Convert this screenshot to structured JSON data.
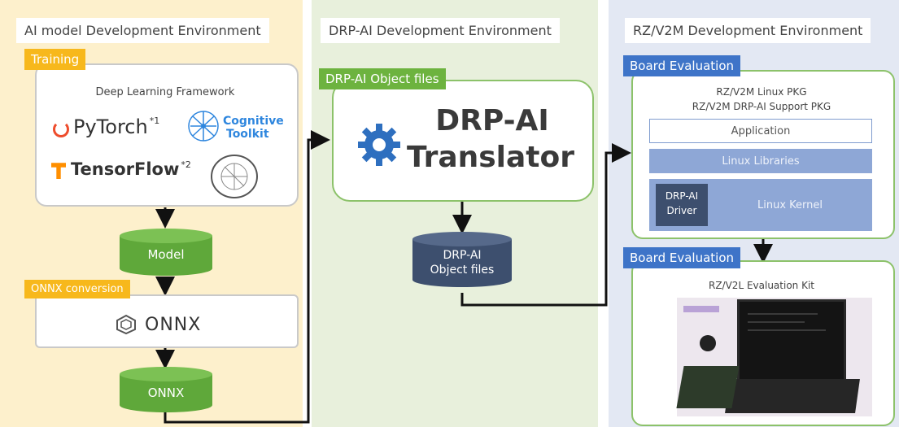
{
  "panels": {
    "ai": {
      "title": "AI model Development Environment",
      "color": "#fdf0cc"
    },
    "drp": {
      "title": "DRP-AI Development Environment",
      "color": "#e8f0dc"
    },
    "rz": {
      "title": "RZ/V2M Development Environment",
      "color": "#e3e8f3"
    }
  },
  "ai_panel": {
    "training_tag": "Training",
    "framework_heading": "Deep Learning Framework",
    "pytorch": "PyTorch",
    "pytorch_note": "*1",
    "cognitive": "Cognitive",
    "toolkit": "Toolkit",
    "tensorflow": "TensorFlow",
    "tensorflow_note": "*2",
    "model_label": "Model",
    "onnx_conversion_tag": "ONNX conversion",
    "onnx_logo_text": "ONNX",
    "onnx_cyl_label": "ONNX"
  },
  "drp_panel": {
    "object_files_tag": "DRP-AI Object files",
    "translator_line1": "DRP-AI",
    "translator_line2": "Translator",
    "object_files_cyl_line1": "DRP-AI",
    "object_files_cyl_line2": "Object files"
  },
  "rz_panel": {
    "board_eval_tag_1": "Board Evaluation",
    "linux_pkg": "RZ/V2M Linux PKG",
    "support_pkg": "RZ/V2M DRP-AI Support PKG",
    "application": "Application",
    "linux_libraries": "Linux Libraries",
    "driver_line1": "DRP-AI",
    "driver_line2": "Driver",
    "linux_kernel": "Linux Kernel",
    "board_eval_tag_2": "Board Evaluation",
    "eval_kit": "RZ/V2L Evaluation Kit"
  },
  "colors": {
    "yellow_accent": "#f7b81c",
    "green_accent": "#6db33f",
    "blue_accent": "#3e74c8",
    "cylinder_green": "#5fa83a",
    "cylinder_navy": "#3d4f6e"
  }
}
